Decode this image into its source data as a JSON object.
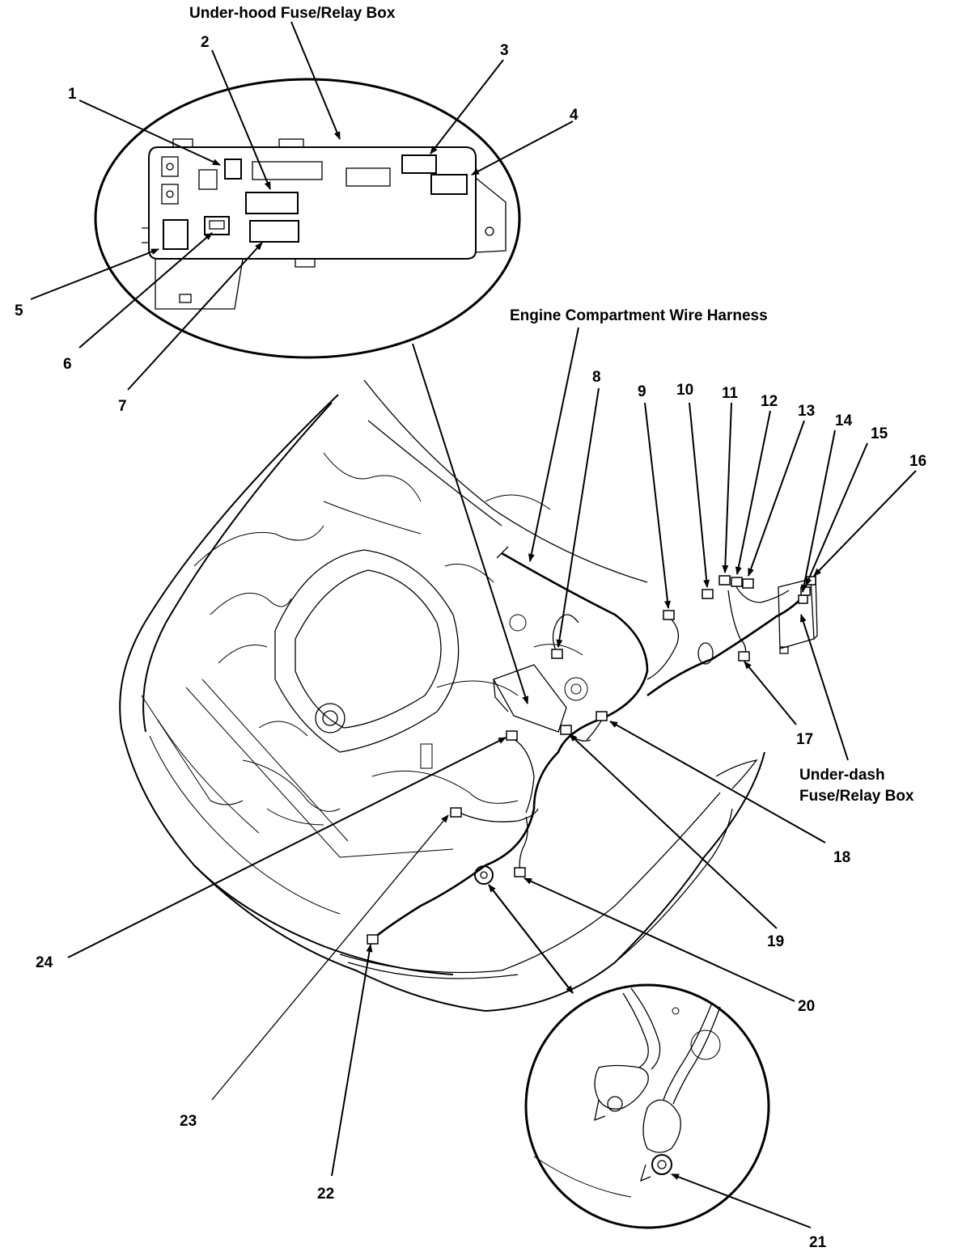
{
  "labels": {
    "underhood_box": "Under-hood Fuse/Relay Box",
    "engine_harness": "Engine Compartment Wire Harness",
    "underdash_line1": "Under-dash",
    "underdash_line2": "Fuse/Relay Box"
  },
  "callouts": [
    "1",
    "2",
    "3",
    "4",
    "5",
    "6",
    "7",
    "8",
    "9",
    "10",
    "11",
    "12",
    "13",
    "14",
    "15",
    "16",
    "17",
    "18",
    "19",
    "20",
    "21",
    "22",
    "23",
    "24"
  ]
}
